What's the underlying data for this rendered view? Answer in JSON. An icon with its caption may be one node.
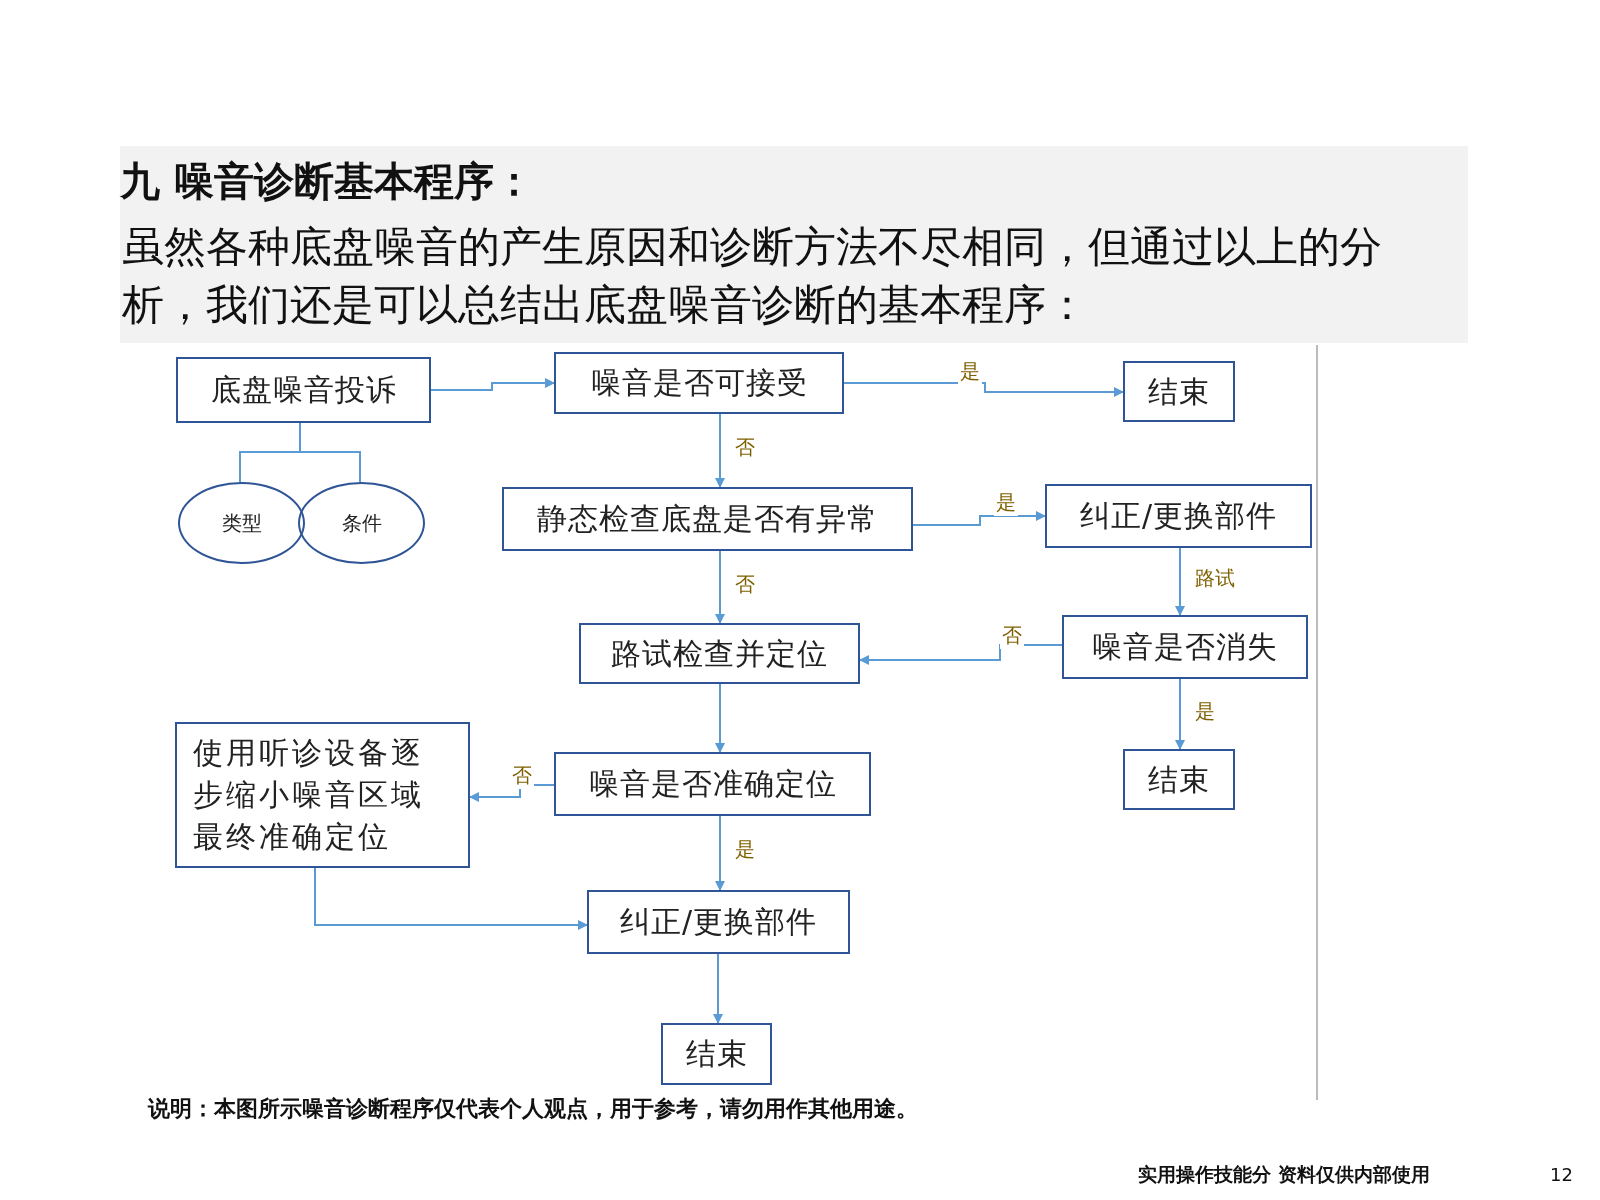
{
  "diagram": {
    "title": "九 噪音诊断基本程序：",
    "nodes": [
      {
        "text": [
          "底盘噪音投诉"
        ]
      },
      {
        "text": [
          "噪音是否可接受"
        ]
      },
      {
        "text": [
          "结束"
        ]
      },
      {
        "text": [
          "类型"
        ]
      },
      {
        "text": [
          "条件"
        ]
      },
      {
        "text": [
          "静态检查底盘是否有异常"
        ]
      },
      {
        "text": [
          "纠正/更换部件"
        ]
      },
      {
        "text": [
          "路试检查并定位"
        ]
      },
      {
        "text": [
          "噪音是否消失"
        ]
      },
      {
        "text": [
          "使用听诊设备逐步缩小噪音区域最终准确定位"
        ]
      },
      {
        "text": [
          "噪音是否准确定位"
        ]
      },
      {
        "text": [
          "结束"
        ]
      },
      {
        "text": [
          "纠正/更换部件"
        ]
      },
      {
        "text": [
          "结束"
        ]
      }
    ],
    "edges": [
      {
        "from": 0,
        "to": 1,
        "arrow": "to"
      },
      {
        "from": 1,
        "to": 2,
        "arrow": "to",
        "label": "是"
      },
      {
        "from": 1,
        "to": 5,
        "arrow": "to",
        "label": "否"
      },
      {
        "from": 5,
        "to": 6,
        "arrow": "to",
        "label": "是"
      },
      {
        "from": 5,
        "to": 7,
        "arrow": "to",
        "label": "否"
      },
      {
        "from": 6,
        "to": 8,
        "arrow": "to",
        "label": "路试"
      },
      {
        "from": 8,
        "to": 7,
        "arrow": "to",
        "label": "否"
      },
      {
        "from": 8,
        "to": 11,
        "arrow": "to",
        "label": "是"
      },
      {
        "from": 7,
        "to": 10,
        "arrow": "to"
      },
      {
        "from": 10,
        "to": 9,
        "arrow": "to",
        "label": "否"
      },
      {
        "from": 10,
        "to": 12,
        "arrow": "to",
        "label": "是"
      },
      {
        "from": 9,
        "to": 12,
        "arrow": "to"
      },
      {
        "from": 12,
        "to": 13,
        "arrow": "to"
      },
      {
        "from": 0,
        "to": 3,
        "arrow": "none"
      },
      {
        "from": 0,
        "to": 4,
        "arrow": "none"
      }
    ],
    "labels": [
      "虽然各种底盘噪音的产生原因和诊断方法不尽相同，但通过以上的分析，我们还是可以总结出底盘噪音诊断的基本程序：",
      "说明：本图所示噪音诊断程序仅代表个人观点，用于参考，请勿用作其他用途。",
      "实用操作技能分 资料仅供内部使用",
      "12"
    ]
  }
}
